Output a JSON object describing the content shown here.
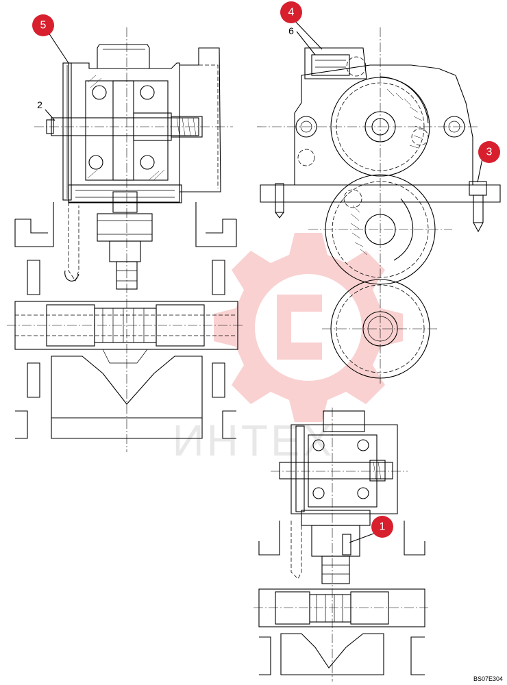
{
  "callouts": [
    {
      "id": "5",
      "label": "5"
    },
    {
      "id": "4",
      "label": "4"
    },
    {
      "id": "3",
      "label": "3"
    },
    {
      "id": "1",
      "label": "1"
    }
  ],
  "plain_labels": [
    {
      "id": "2",
      "label": "2"
    },
    {
      "id": "6",
      "label": "6"
    }
  ],
  "watermark_text": "ИНТЕХ",
  "drawing_code": "BS07E304",
  "colors": {
    "callout": "#d71f2e",
    "watermark_gear": "#f6b8b8",
    "line": "#000000"
  }
}
